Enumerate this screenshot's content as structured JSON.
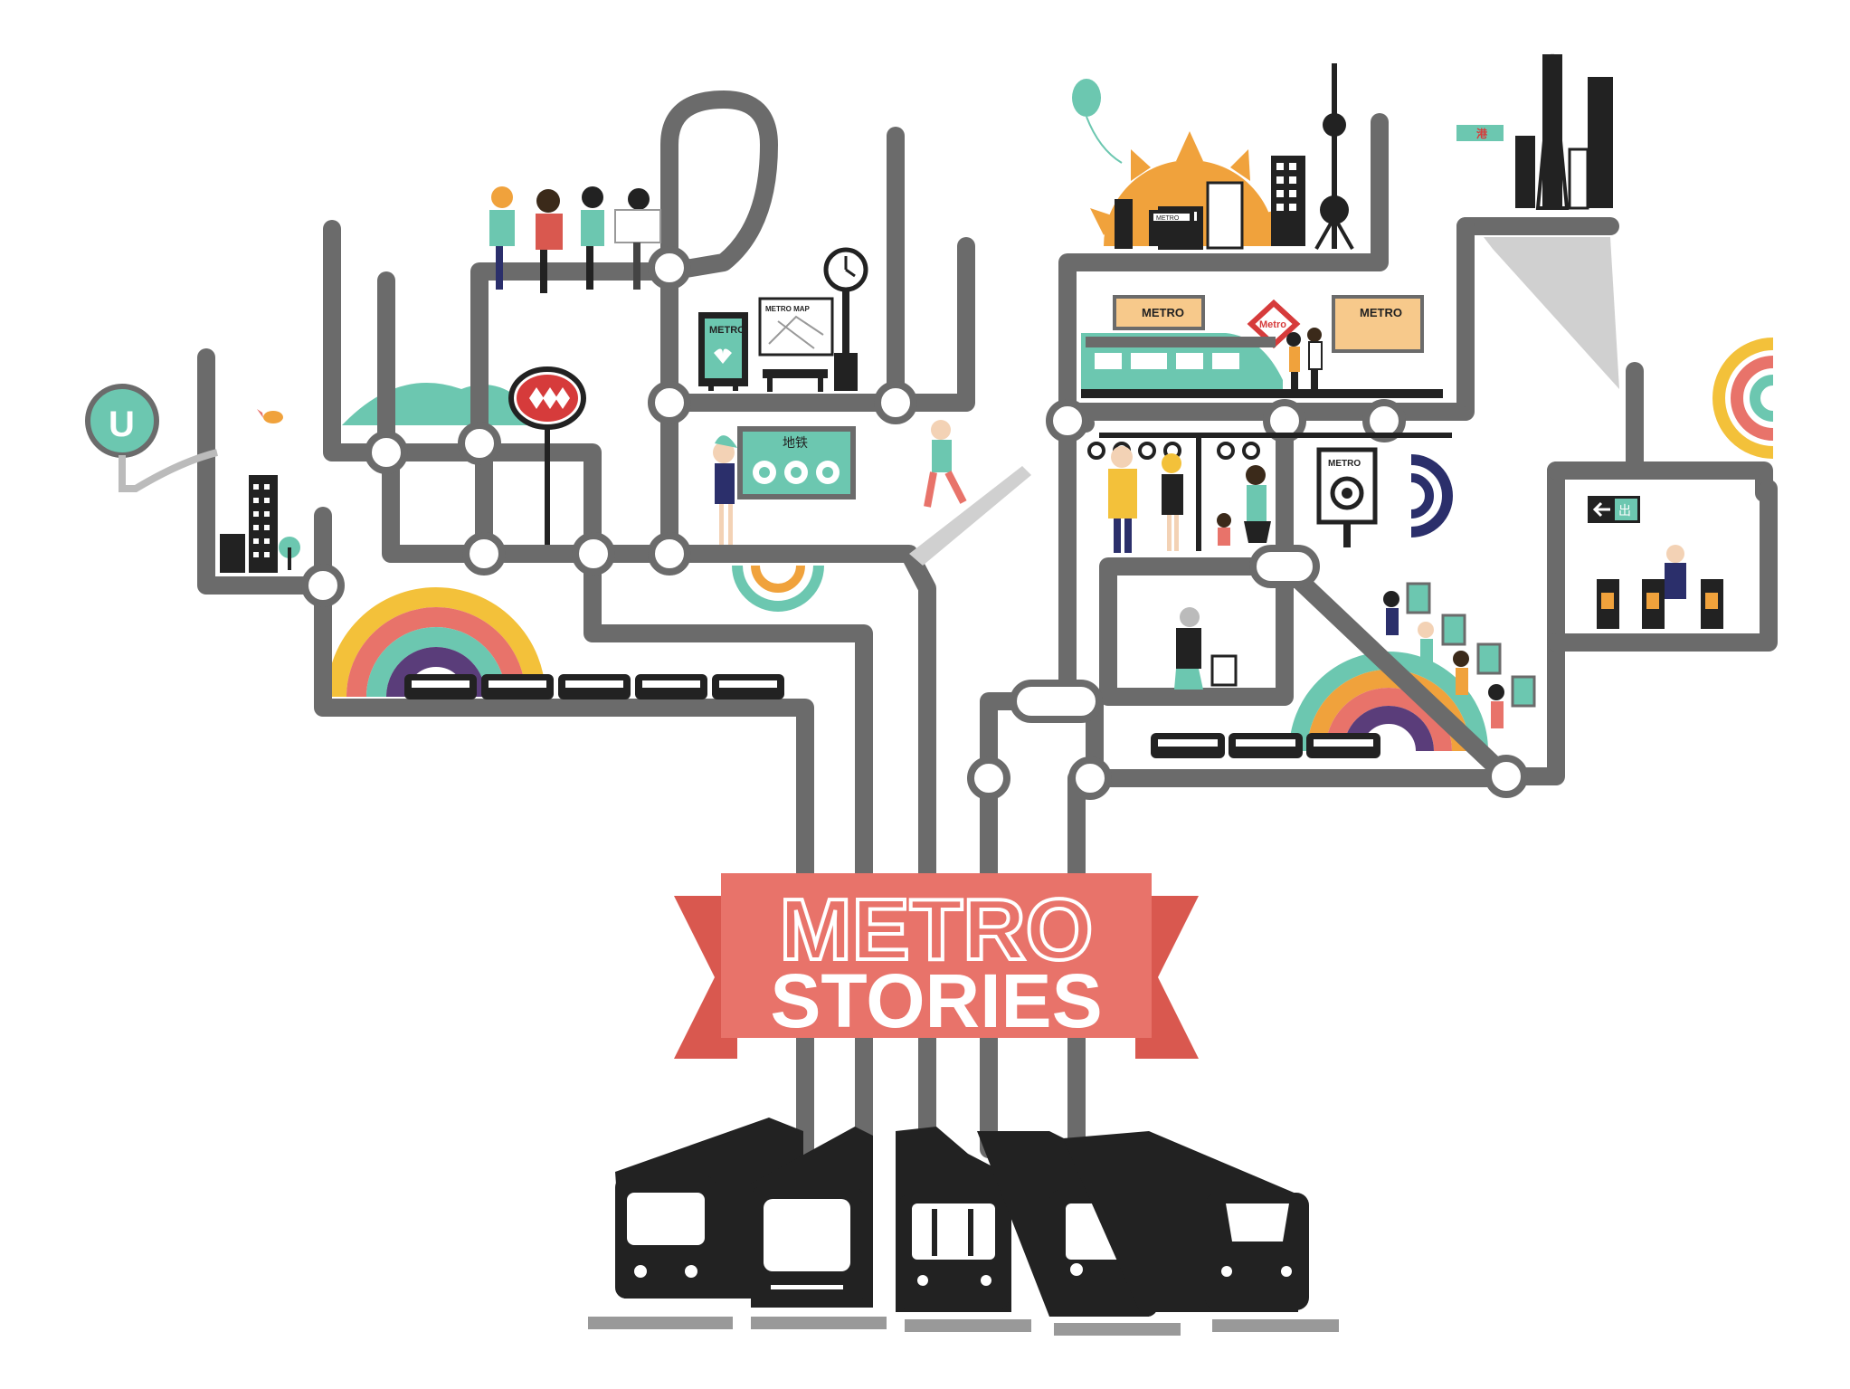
{
  "banner": {
    "line1": "METRO",
    "line2": "STORIES"
  },
  "signs": {
    "metro_poster_left": "METRO",
    "metro_map": "METRO\nMAP",
    "station_box": "METRO",
    "sign_metro_1": "METRO",
    "sign_metro_2": "METRO",
    "diamond_sign": "Metro",
    "chinese_sign": "地铁",
    "platform_sign": "METRO",
    "exit_sign": "出",
    "hk_sign": "港"
  },
  "colors": {
    "track": "#6b6b6b",
    "banner": "#e8736a",
    "banner_dark": "#d9584f",
    "teal": "#6cc7b0",
    "orange": "#f0a23c",
    "red": "#d63b3b",
    "purple": "#5a3d7a",
    "yellow": "#f3c13a",
    "navy": "#2b2f6b"
  },
  "icons": [
    "balloon-icon",
    "sun-icon",
    "clock-icon",
    "bird-icon",
    "metro-diamond-logo-icon",
    "exit-arrow-icon"
  ]
}
